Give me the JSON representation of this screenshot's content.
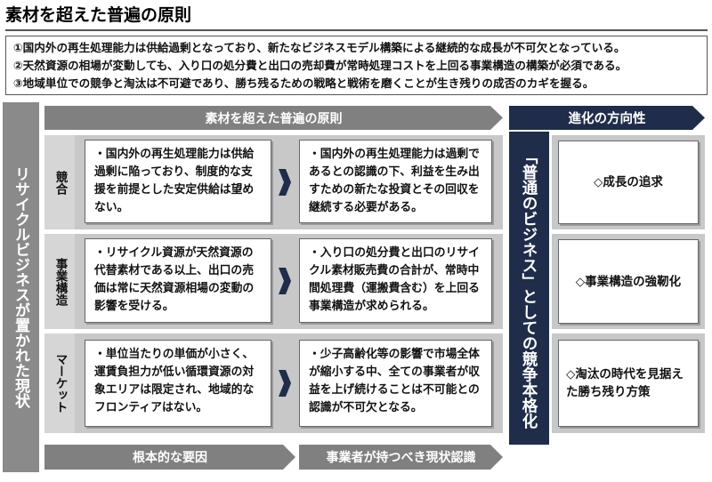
{
  "title": "素材を超えた普遍の原則",
  "summary": [
    "①国内外の再生処理能力は供給過剰となっており、新たなビジネスモデル構築による継続的な成長が不可欠となっている。",
    "②天然資源の相場が変動しても、入り口の処分費と出口の売却費が常時処理コストを上回る事業構造の構築が必須である。",
    "③地域単位での競争と淘汰は不可避であり、勝ち残るための戦略と戦術を磨くことが生き残りの成否のカギを握る。"
  ],
  "side_label": "リサイクルビジネスが置かれた現状",
  "top_band": "素材を超えた普遍の原則",
  "direction_header": "進化の方向性",
  "result_label": "「普通のビジネス」としての競争本格化",
  "rows": [
    {
      "label": "競合",
      "cause": "・国内外の再生処理能力は供給過剰に陥っており、制度的な支援を前提とした安定供給は望めない。",
      "awareness": "・国内外の再生処理能力は過剰であるとの認識の下、利益を生み出すための新たな投資とその回収を継続する必要がある。",
      "direction": "◇成長の追求"
    },
    {
      "label": "事業構造",
      "cause": "・リサイクル資源が天然資源の代替素材である以上、出口の売価は常に天然資源相場の変動の影響を受ける。",
      "awareness": "・入り口の処分費と出口のリサイクル素材販売費の合計が、常時中間処理費（運搬費含む）を上回る事業構造が求められる。",
      "direction": "◇事業構造の強靭化"
    },
    {
      "label": "マーケット",
      "cause": "・単位当たりの単価が小さく、運賃負担力が低い循環資源の対象エリアは限定され、地域的なフロンティアはない。",
      "awareness": "・少子高齢化等の影響で市場全体が縮小する中、全ての事業者が収益を上げ続けることは不可能との認識が不可欠となる。",
      "direction": "◇淘汰の時代を見据えた勝ち残り方策"
    }
  ],
  "bottom_left": "根本的な要因",
  "bottom_right": "事業者が持つべき現状認識",
  "colors": {
    "navy": "#1f2d4a",
    "band_gray": "#808080",
    "panel_gray": "#c8c8c8"
  }
}
